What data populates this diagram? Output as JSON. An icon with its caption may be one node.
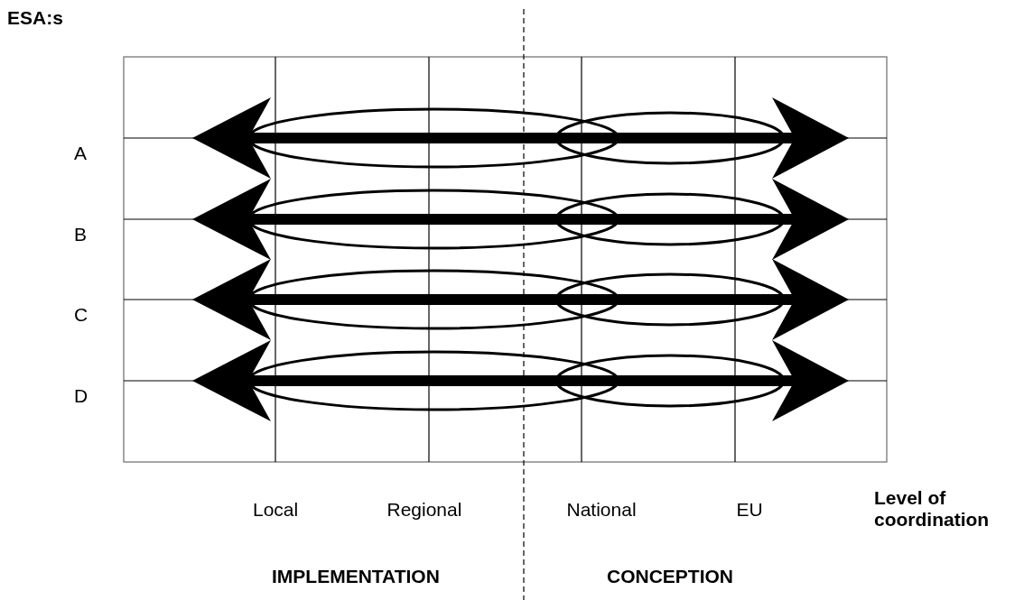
{
  "diagram": {
    "labels": [
      "ESA:s",
      "A",
      "B",
      "C",
      "D",
      "Local",
      "Regional",
      "National",
      "EU",
      "Level of coordination",
      "IMPLEMENTATION",
      "CONCEPTION"
    ]
  }
}
